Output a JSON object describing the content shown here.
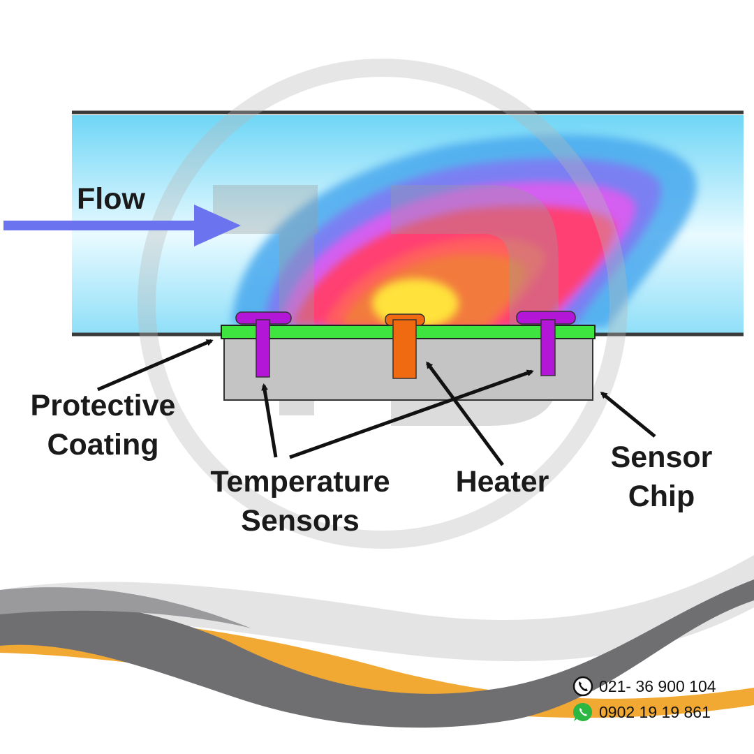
{
  "labels": {
    "flow": "Flow",
    "protective_coating": [
      "Protective",
      "Coating"
    ],
    "temperature_sensors": [
      "Temperature",
      "Sensors"
    ],
    "heater": "Heater",
    "sensor_chip": [
      "Sensor",
      "Chip"
    ]
  },
  "contacts": {
    "phone": "021- 36 900 104",
    "whatsapp": "0902 19 19 861"
  },
  "icons": [
    "phone-icon",
    "whatsapp-icon"
  ],
  "colors": {
    "pipe": "#8fe0f8",
    "coating": "#3ee53e",
    "sensor": "#b316d6",
    "heater": "#f06a12",
    "chip": "#c4c4c4",
    "wave_orange": "#f2a933",
    "wave_gray": "#6f6f72",
    "flow_arrow": "#6b74ee",
    "whatsapp": "#2cb742"
  }
}
